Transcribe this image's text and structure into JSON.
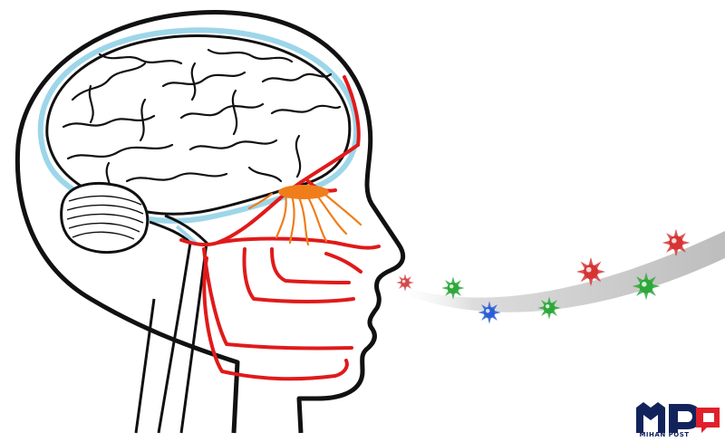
{
  "diagram": {
    "subject": "head-brain-olfactory-pathway",
    "colors": {
      "outline": "#111111",
      "brain_halo": "#9dd6ea",
      "nerve": "#e01a1a",
      "olfactory_bulb": "#f07d1a",
      "odor_stream": "#cfcfcf"
    },
    "odor_molecules": [
      {
        "color": "#d44a4a",
        "scale": 0.7
      },
      {
        "color": "#2ea83a",
        "scale": 0.9
      },
      {
        "color": "#2c5fd6",
        "scale": 0.9
      },
      {
        "color": "#2ea83a",
        "scale": 0.9
      },
      {
        "color": "#d63434",
        "scale": 1.15
      },
      {
        "color": "#2ea83a",
        "scale": 1.1
      },
      {
        "color": "#d63434",
        "scale": 1.1
      }
    ]
  },
  "logo": {
    "text": "MIHAN POST",
    "primary": "#12235c",
    "accent": "#e0202a"
  }
}
